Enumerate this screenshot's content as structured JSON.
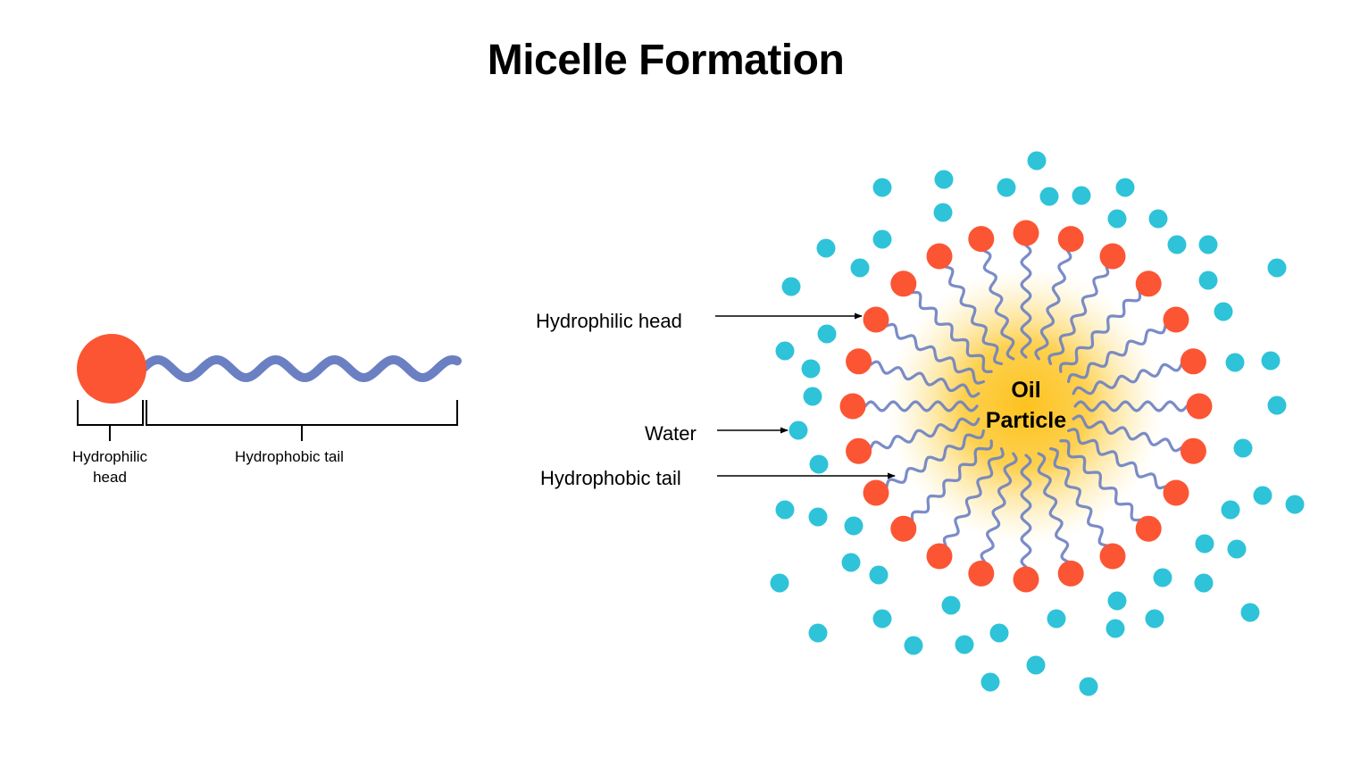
{
  "title": "Micelle Formation",
  "colors": {
    "head": "#fb5533",
    "tail": "#6b80c2",
    "water": "#2ec3d8",
    "oil_core": "#fdc21f",
    "text": "#000000"
  },
  "molecule": {
    "head_label_line1": "Hydrophilic",
    "head_label_line2": "head",
    "tail_label": "Hydrophobic tail"
  },
  "micelle": {
    "core_label_line1": "Oil",
    "core_label_line2": "Particle",
    "callouts": {
      "head": "Hydrophilic head",
      "water": "Water",
      "tail": "Hydrophobic tail"
    }
  }
}
